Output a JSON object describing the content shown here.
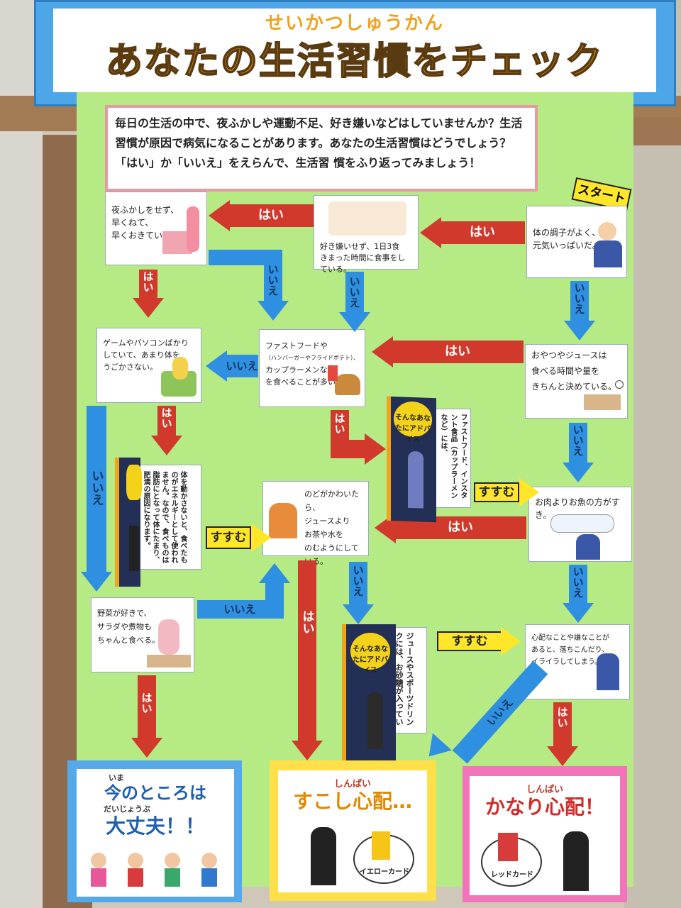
{
  "title": {
    "ruby": "せいかつしゅうかん",
    "main": "あなたの生活習慣をチェック"
  },
  "intro": {
    "line1": "毎日の生活の中で、夜ふかしや運動不足、好き嫌いなどはしていませんか？生活",
    "line2": "習慣が原因で病気になることがあります。あなたの生活習慣はどうでしょう？",
    "line3": "「はい」か「いいえ」をえらんで、生活習 慣をふり返ってみましょう！"
  },
  "start_label": "スタート",
  "cards": {
    "genki": [
      "体の調子がよく、",
      "元気いっぱいだ。"
    ],
    "shokuji": [
      "好き嫌いせず、1日3食",
      "きまった時間に食事をしている。"
    ],
    "hayane": [
      "夜ふかしをせず、",
      "早くねて、",
      "早くおきている。"
    ],
    "oyatsu": [
      "おやつやジュースは",
      "食べる時間や量を",
      "きちんと決めている。"
    ],
    "fastfood": [
      "ファストフードや",
      "（ハンバーガーやフライドポテト）、",
      "カップラーメンなど",
      "を食べることが多い。"
    ],
    "game": [
      "ゲームやパソコンばかり",
      "していて、あまり体を",
      "うごかさない。"
    ],
    "sakana": [
      "お肉よりお魚の方がすき。"
    ],
    "ocha": [
      "のどがかわいたら、",
      "ジュースより",
      "お茶や水を",
      "のむようにしている。"
    ],
    "yasai": [
      "野菜が好きで、",
      "サラダや煮物も",
      "ちゃんと食べる。"
    ],
    "shinpai": [
      "心配なことや嫌なことが",
      "あると、落ちこんだり、",
      "イライラしてしまう。"
    ]
  },
  "advice": {
    "bubble": "そんなあなたにアドバイス",
    "book1_text": "ファストフード、インスタント食品（カップラーメンなど）には、",
    "book2_text": "体を動かさないと、食べたものがエネルギーとして使われません。なので、食べものは脂肪にとなって体にたまり、肥満の原因になります。",
    "book3_text": "ジュースやスポーツドリンクには、お砂糖が入ってい"
  },
  "labels": {
    "hai": "はい",
    "iie": "いいえ",
    "susumu": "すすむ"
  },
  "results": {
    "ok_ruby1": "いま",
    "ok_line1": "今のところは",
    "ok_ruby2": "だいじょうぶ",
    "ok_line2": "大丈夫！！",
    "some_ruby": "しんぱい",
    "some_line": "すこし心配…",
    "yellow_card": "イエローカード",
    "very_ruby": "しんぱい",
    "very_line": "かなり心配！",
    "red_card": "レッドカード"
  },
  "colors": {
    "board": "#b6ea85",
    "yes_arrow": "#d0392b",
    "no_arrow": "#2f8fe0",
    "proceed": "#ffe629",
    "banner": "#4da6e8"
  }
}
